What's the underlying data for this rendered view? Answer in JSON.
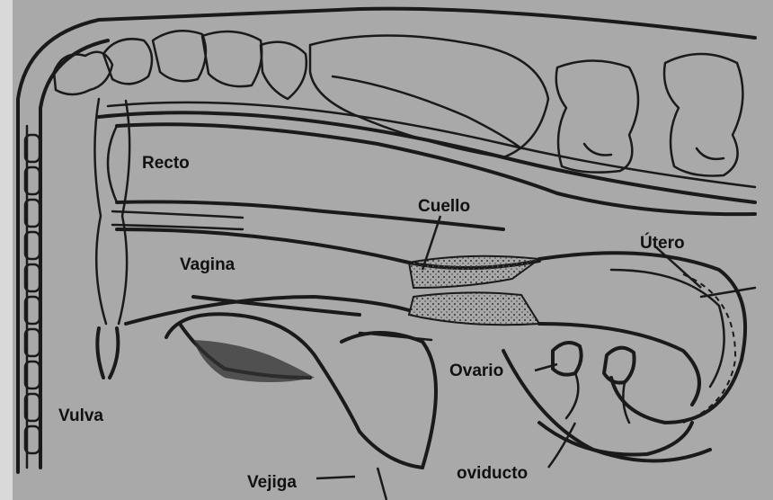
{
  "labels": {
    "recto": "Recto",
    "cuello": "Cuello",
    "utero": "Útero",
    "vagina": "Vagina",
    "ovario": "Ovario",
    "vulva": "Vulva",
    "oviducto": "oviducto",
    "vejiga": "Vejiga"
  }
}
